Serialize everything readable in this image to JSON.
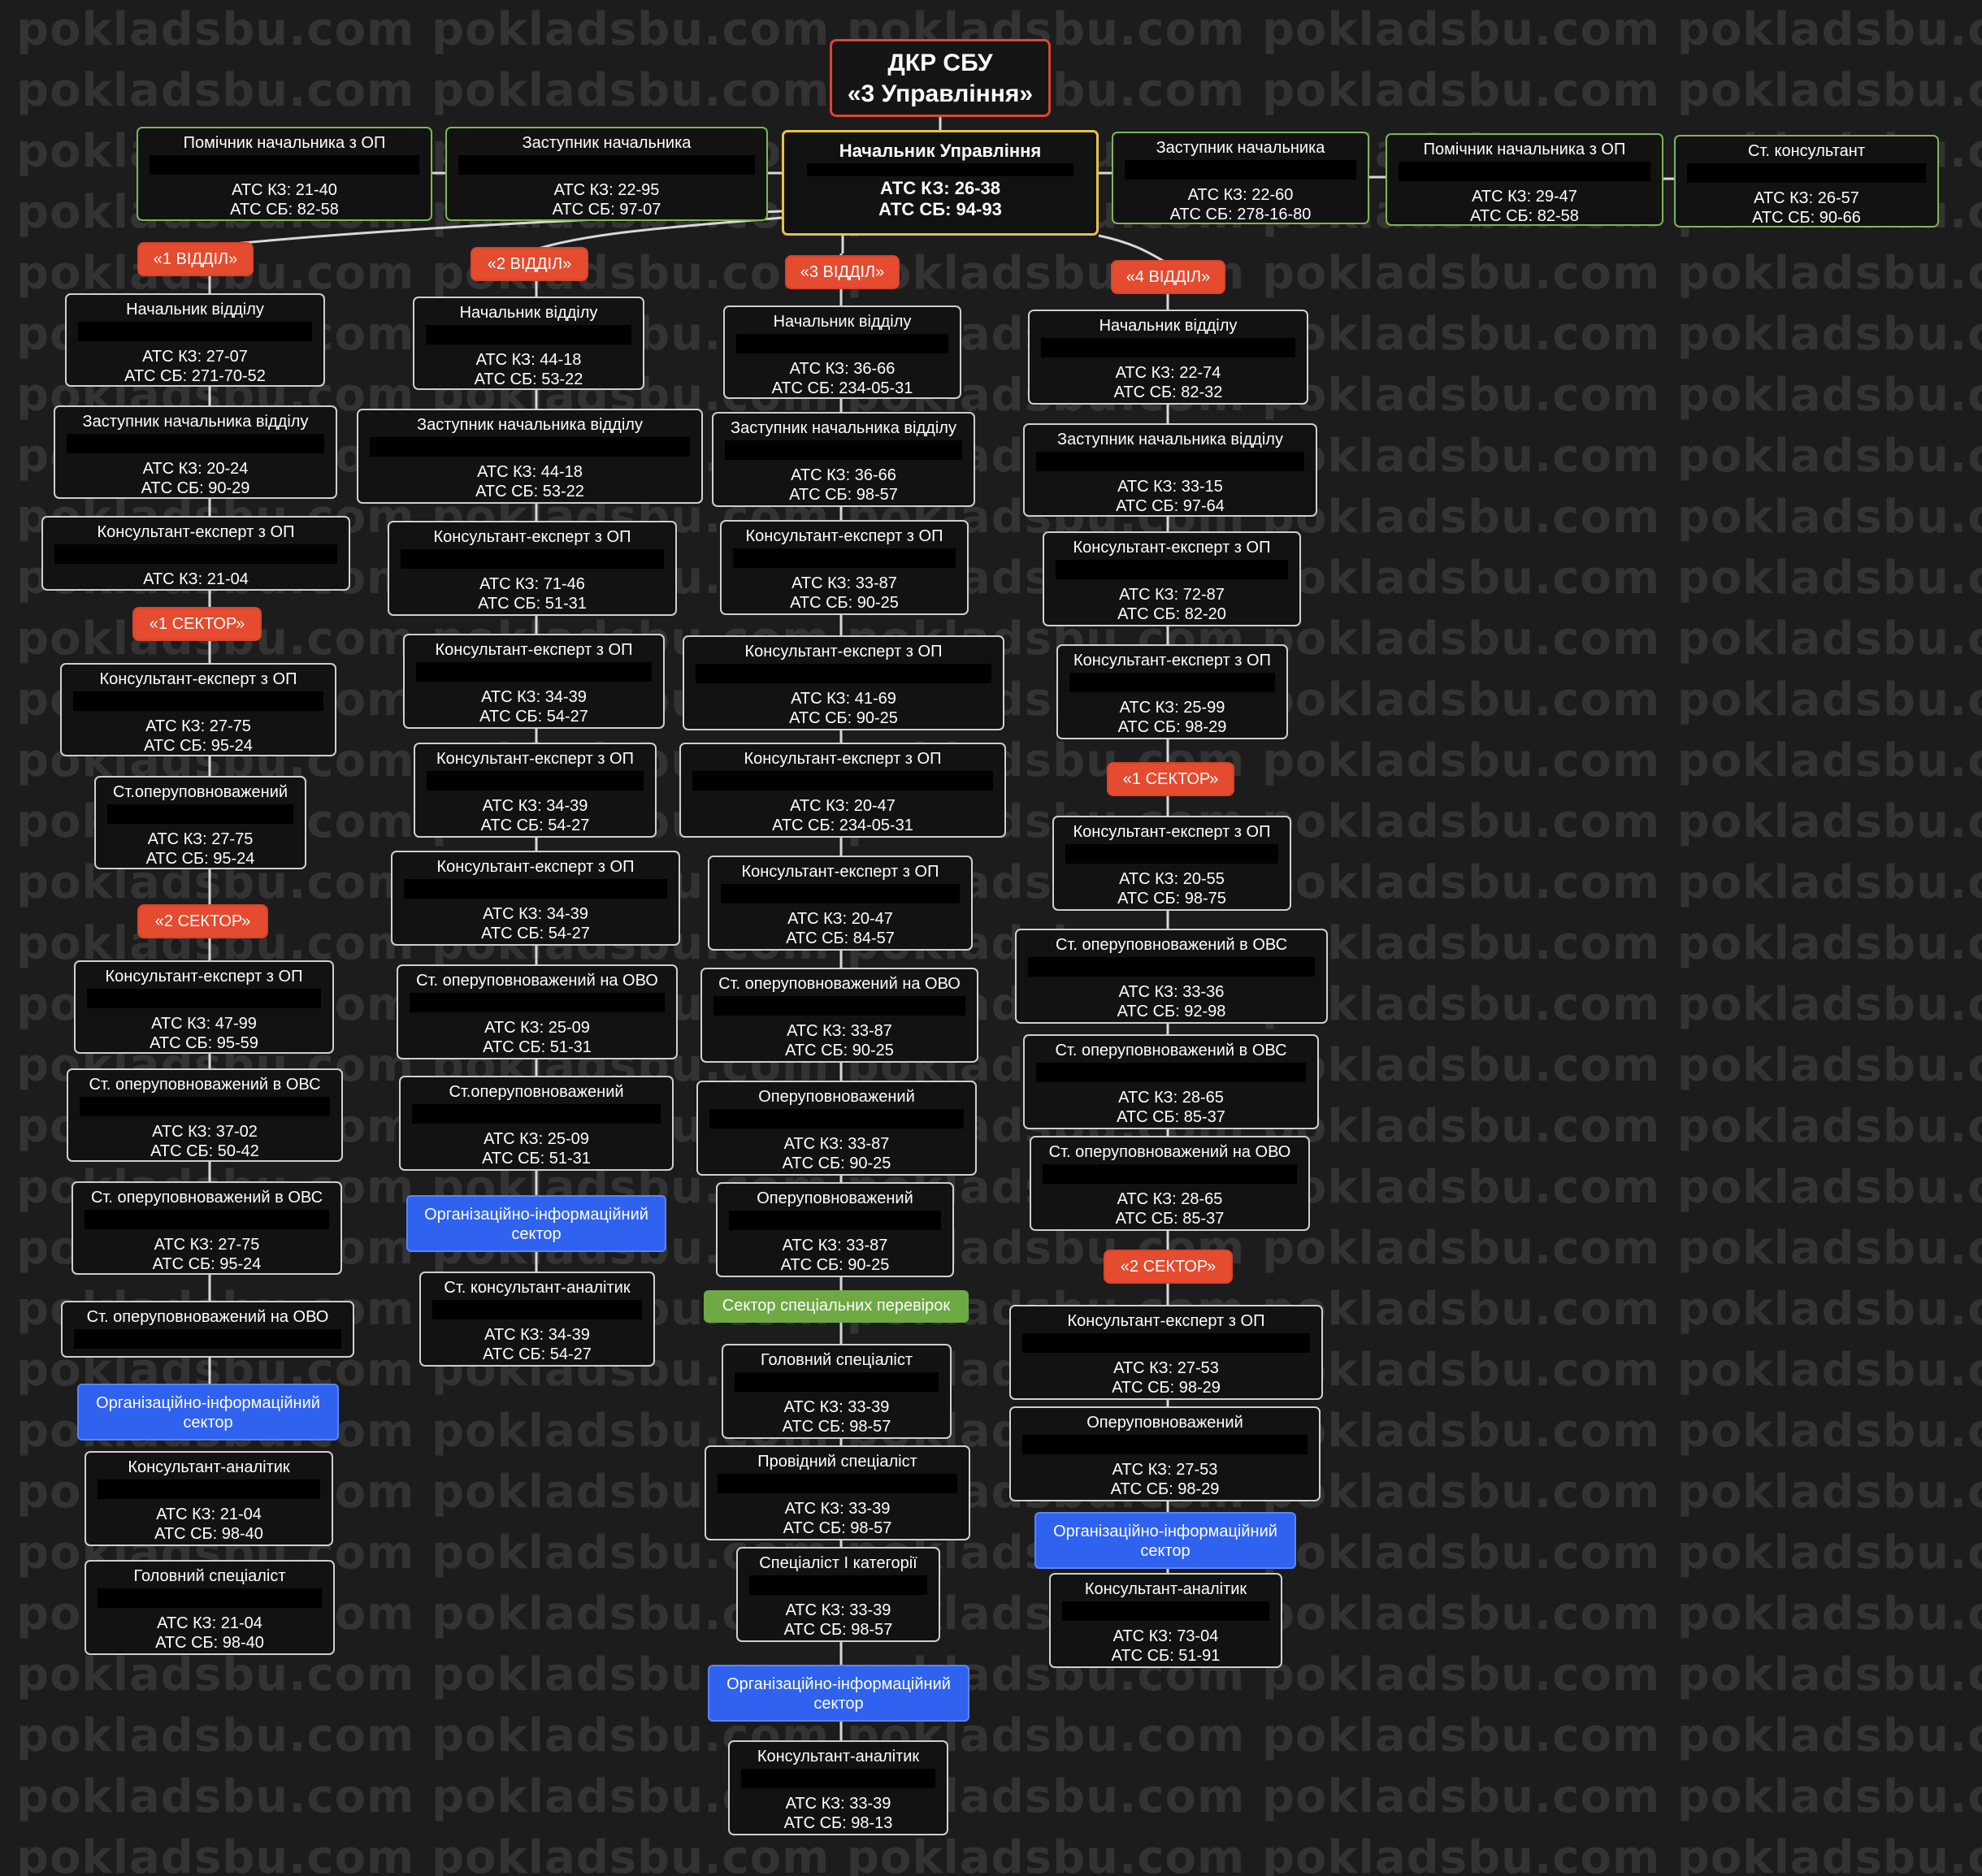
{
  "watermark": {
    "text": "pokladsbu.com pokladsbu.com pokladsbu.com pokladsbu.com pokladsbu.com pokladsbu.com pokladsbu.com"
  },
  "top": {
    "line1": "ДКР СБУ",
    "line2": "«3 Управління»"
  },
  "head": {
    "title": "Начальник Управління",
    "kz": "АТС КЗ: 26-38",
    "sb": "АТС СБ: 94-93"
  },
  "deputies": [
    {
      "title": "Помічник начальника з ОП",
      "kz": "АТС КЗ: 21-40",
      "sb": "АТС СБ: 82-58"
    },
    {
      "title": "Заступник начальника",
      "kz": "АТС КЗ: 22-95",
      "sb": "АТС СБ: 97-07"
    },
    {
      "title": "Заступник начальника",
      "kz": "АТС КЗ: 22-60",
      "sb": "АТС СБ: 278-16-80"
    },
    {
      "title": "Помічник начальника з ОП",
      "kz": "АТС КЗ: 29-47",
      "sb": "АТС СБ: 82-58"
    },
    {
      "title": "Ст. консультант",
      "kz": "АТС КЗ: 26-57",
      "sb": "АТС СБ: 90-66"
    }
  ],
  "tags": {
    "d1": "«1 ВІДДІЛ»",
    "d2": "«2 ВІДДІЛ»",
    "d3": "«3 ВІДДІЛ»",
    "d4": "«4 ВІДДІЛ»",
    "s1": "«1 СЕКТОР»",
    "s2": "«2 СЕКТОР»"
  },
  "blue_label": {
    "line1": "Організаційно-інформаційний",
    "line2": "сектор"
  },
  "green_label": "Сектор спеціальних перевірок",
  "col1": [
    {
      "title": "Начальник відділу",
      "kz": "АТС КЗ: 27-07",
      "sb": "АТС СБ: 271-70-52"
    },
    {
      "title": "Заступник начальника відділу",
      "kz": "АТС КЗ: 20-24",
      "sb": "АТС СБ: 90-29"
    },
    {
      "title": "Консультант-експерт з ОП",
      "kz": "АТС КЗ: 21-04",
      "sb": ""
    },
    {
      "title": "Консультант-експерт з ОП",
      "kz": "АТС КЗ: 27-75",
      "sb": "АТС СБ: 95-24"
    },
    {
      "title": "Ст.оперуповноважений",
      "kz": "АТС КЗ: 27-75",
      "sb": "АТС СБ: 95-24"
    },
    {
      "title": "Консультант-експерт з ОП",
      "kz": "АТС КЗ: 47-99",
      "sb": "АТС СБ: 95-59"
    },
    {
      "title": "Ст. оперуповноважений в ОВС",
      "kz": "АТС КЗ: 37-02",
      "sb": "АТС СБ: 50-42"
    },
    {
      "title": "Ст. оперуповноважений в ОВС",
      "kz": "АТС КЗ: 27-75",
      "sb": "АТС СБ: 95-24"
    },
    {
      "title": "Ст. оперуповноважений на ОВО",
      "kz": "",
      "sb": ""
    },
    {
      "title": "Консультант-аналітик",
      "kz": "АТС КЗ: 21-04",
      "sb": "АТС СБ: 98-40"
    },
    {
      "title": "Головний спеціаліст",
      "kz": "АТС КЗ: 21-04",
      "sb": "АТС СБ: 98-40"
    }
  ],
  "col2": [
    {
      "title": "Начальник відділу",
      "kz": "АТС КЗ: 44-18",
      "sb": "АТС СБ: 53-22"
    },
    {
      "title": "Заступник начальника відділу",
      "kz": "АТС КЗ: 44-18",
      "sb": "АТС СБ: 53-22"
    },
    {
      "title": "Консультант-експерт з ОП",
      "kz": "АТС КЗ: 71-46",
      "sb": "АТС СБ: 51-31"
    },
    {
      "title": "Консультант-експерт з ОП",
      "kz": "АТС КЗ: 34-39",
      "sb": "АТС СБ: 54-27"
    },
    {
      "title": "Консультант-експерт з ОП",
      "kz": "АТС КЗ: 34-39",
      "sb": "АТС СБ: 54-27"
    },
    {
      "title": "Консультант-експерт з ОП",
      "kz": "АТС КЗ: 34-39",
      "sb": "АТС СБ: 54-27"
    },
    {
      "title": "Ст. оперуповноважений на ОВО",
      "kz": "АТС КЗ: 25-09",
      "sb": "АТС СБ: 51-31"
    },
    {
      "title": "Ст.оперуповноважений",
      "kz": "АТС КЗ: 25-09",
      "sb": "АТС СБ: 51-31"
    },
    {
      "title": "Ст. консультант-аналітик",
      "kz": "АТС КЗ: 34-39",
      "sb": "АТС СБ: 54-27"
    }
  ],
  "col3": [
    {
      "title": "Начальник відділу",
      "kz": "АТС КЗ: 36-66",
      "sb": "АТС СБ: 234-05-31"
    },
    {
      "title": "Заступник начальника відділу",
      "kz": "АТС КЗ: 36-66",
      "sb": "АТС СБ: 98-57"
    },
    {
      "title": "Консультант-експерт з ОП",
      "kz": "АТС КЗ: 33-87",
      "sb": "АТС СБ: 90-25"
    },
    {
      "title": "Консультант-експерт з ОП",
      "kz": "АТС КЗ: 41-69",
      "sb": "АТС СБ: 90-25"
    },
    {
      "title": "Консультант-експерт з ОП",
      "kz": "АТС КЗ: 20-47",
      "sb": "АТС СБ: 234-05-31"
    },
    {
      "title": "Консультант-експерт з ОП",
      "kz": "АТС КЗ: 20-47",
      "sb": "АТС СБ: 84-57"
    },
    {
      "title": "Ст. оперуповноважений на ОВО",
      "kz": "АТС КЗ: 33-87",
      "sb": "АТС СБ: 90-25"
    },
    {
      "title": "Оперуповноважений",
      "kz": "АТС КЗ: 33-87",
      "sb": "АТС СБ: 90-25"
    },
    {
      "title": "Оперуповноважений",
      "kz": "АТС КЗ: 33-87",
      "sb": "АТС СБ: 90-25"
    },
    {
      "title": "Головний спеціаліст",
      "kz": "АТС КЗ: 33-39",
      "sb": "АТС СБ: 98-57"
    },
    {
      "title": "Провідний спеціаліст",
      "kz": "АТС КЗ: 33-39",
      "sb": "АТС СБ: 98-57"
    },
    {
      "title": "Спеціаліст І категорії",
      "kz": "АТС КЗ: 33-39",
      "sb": "АТС СБ: 98-57"
    },
    {
      "title": "Консультант-аналітик",
      "kz": "АТС КЗ: 33-39",
      "sb": "АТС СБ: 98-13"
    }
  ],
  "col4": [
    {
      "title": "Начальник відділу",
      "kz": "АТС КЗ: 22-74",
      "sb": "АТС СБ: 82-32"
    },
    {
      "title": "Заступник начальника відділу",
      "kz": "АТС КЗ: 33-15",
      "sb": "АТС СБ: 97-64"
    },
    {
      "title": "Консультант-експерт з ОП",
      "kz": "АТС КЗ: 72-87",
      "sb": "АТС СБ: 82-20"
    },
    {
      "title": "Консультант-експерт з ОП",
      "kz": "АТС КЗ: 25-99",
      "sb": "АТС СБ: 98-29"
    },
    {
      "title": "Консультант-експерт з ОП",
      "kz": "АТС КЗ: 20-55",
      "sb": "АТС СБ: 98-75"
    },
    {
      "title": "Ст. оперуповноважений в ОВС",
      "kz": "АТС КЗ: 33-36",
      "sb": "АТС СБ: 92-98"
    },
    {
      "title": "Ст. оперуповноважений в ОВС",
      "kz": "АТС КЗ: 28-65",
      "sb": "АТС СБ: 85-37"
    },
    {
      "title": "Ст. оперуповноважений на ОВО",
      "kz": "АТС КЗ: 28-65",
      "sb": "АТС СБ: 85-37"
    },
    {
      "title": "Консультант-експерт з ОП",
      "kz": "АТС КЗ: 27-53",
      "sb": "АТС СБ: 98-29"
    },
    {
      "title": "Оперуповноважений",
      "kz": "АТС КЗ: 27-53",
      "sb": "АТС СБ: 98-29"
    },
    {
      "title": "Консультант-аналітик",
      "kz": "АТС КЗ: 73-04",
      "sb": "АТС СБ: 51-91"
    }
  ]
}
